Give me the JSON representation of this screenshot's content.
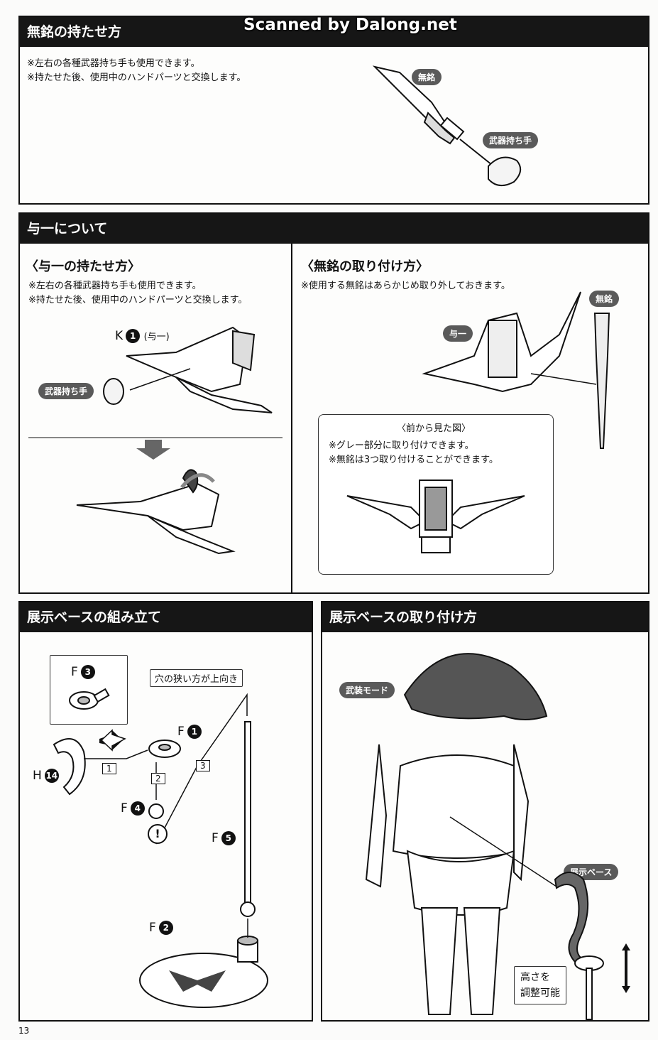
{
  "watermark": "Scanned by Dalong.net",
  "page_number": "13",
  "section1": {
    "title": "無銘の持たせ方",
    "notes": [
      "※左右の各種武器持ち手も使用できます。",
      "※持たせた後、使用中のハンドパーツと交換します。"
    ],
    "tags": {
      "mumei": "無銘",
      "weapon_hand": "武器持ち手"
    }
  },
  "section2": {
    "title": "与一について",
    "left": {
      "subtitle": "〈与一の持たせ方〉",
      "notes": [
        "※左右の各種武器持ち手も使用できます。",
        "※持たせた後、使用中のハンドパーツと交換します。"
      ],
      "part_label": "K",
      "part_num": "1",
      "part_name": "(与一)",
      "tag_weapon_hand": "武器持ち手"
    },
    "right": {
      "subtitle": "〈無銘の取り付け方〉",
      "note": "※使用する無銘はあらかじめ取り外しておきます。",
      "tag_yoichi": "与一",
      "tag_mumei": "無銘",
      "callout_title": "〈前から見た図〉",
      "callout_notes": [
        "※グレー部分に取り付けできます。",
        "※無銘は3つ取り付けることができます。"
      ]
    }
  },
  "section3": {
    "title": "展示ベースの組み立て",
    "labels": {
      "f3": "F",
      "f3_num": "3",
      "f1": "F",
      "f1_num": "1",
      "h14": "H",
      "h14_num": "14",
      "f4": "F",
      "f4_num": "4",
      "f5": "F",
      "f5_num": "5",
      "f2": "F",
      "f2_num": "2"
    },
    "direction_box": "穴の狭い方が上向き",
    "steps": [
      "1",
      "2",
      "3"
    ],
    "warning": "!"
  },
  "section4": {
    "title": "展示ベースの取り付け方",
    "tag_mode": "武装モード",
    "tag_base": "展示ベース",
    "adjust_box": [
      "高さを",
      "調整可能"
    ]
  }
}
